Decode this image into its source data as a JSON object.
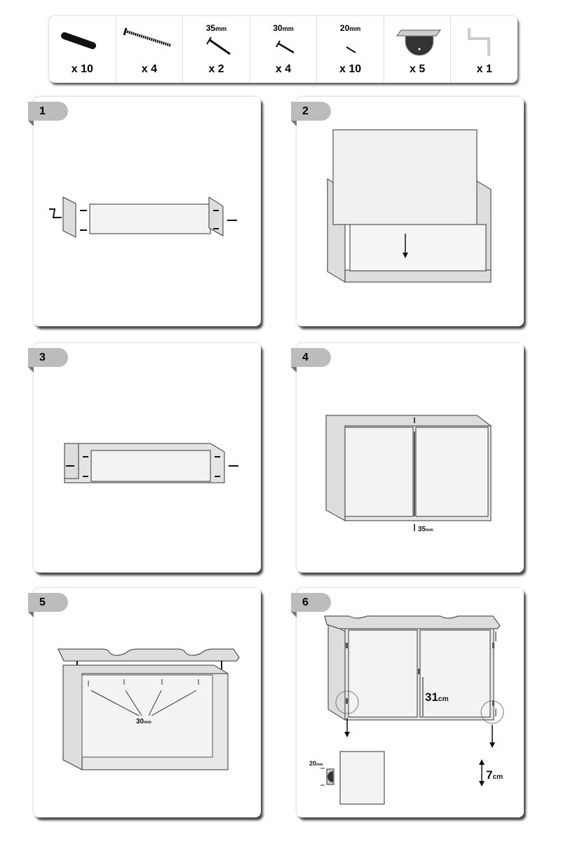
{
  "parts": [
    {
      "name": "dowel",
      "size": "",
      "unit": "",
      "qty": "x 10"
    },
    {
      "name": "long-screw",
      "size": "",
      "unit": "",
      "qty": "x 4"
    },
    {
      "name": "screw-35",
      "size": "35",
      "unit": "mm",
      "qty": "x 2"
    },
    {
      "name": "screw-30",
      "size": "30",
      "unit": "mm",
      "qty": "x 4"
    },
    {
      "name": "screw-20",
      "size": "20",
      "unit": "mm",
      "qty": "x 10"
    },
    {
      "name": "hinge",
      "size": "",
      "unit": "",
      "qty": "x 5"
    },
    {
      "name": "allen-key",
      "size": "",
      "unit": "",
      "qty": "x 1"
    }
  ],
  "steps": [
    {
      "number": "1"
    },
    {
      "number": "2"
    },
    {
      "number": "3"
    },
    {
      "number": "4",
      "note_value": "35",
      "note_unit": "mm"
    },
    {
      "number": "5",
      "note_value": "30",
      "note_unit": "mm"
    },
    {
      "number": "6",
      "height_value": "31",
      "height_unit": "cm",
      "offset_value": "7",
      "offset_unit": "cm",
      "screw_value": "20",
      "screw_unit": "mm"
    }
  ]
}
